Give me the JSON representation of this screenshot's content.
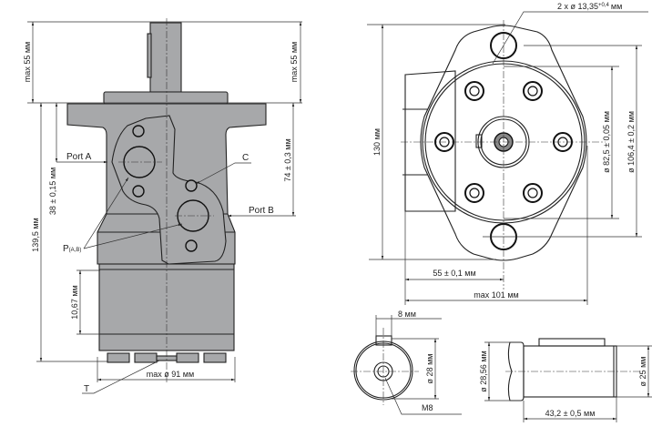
{
  "side_view": {
    "max55_left": "max 55 мм",
    "max55_right": "max 55 мм",
    "h139": "139,5 мм",
    "d38": "38 ± 0,15 мм",
    "d74": "74 ± 0,3 мм",
    "d1067": "10,67 мм",
    "d91": "max ø 91 мм",
    "port_a": "Port A",
    "port_b": "Port B",
    "c": "C",
    "p": "P",
    "p_sub": "(A,B)",
    "t": "T"
  },
  "front_view": {
    "holes": "2 x ø 13,35",
    "holes_tol": "+0,4",
    "holes_unit": "мм",
    "h130": "130 мм",
    "d825": "ø 82,5 ± 0,05 мм",
    "d1064": "ø 106,4 ± 0,2 мм",
    "d55": "55 ± 0,1 мм",
    "d101": "max 101 мм"
  },
  "shaft_end": {
    "d8": "8 мм",
    "d28": "ø 28 мм",
    "m8": "M8"
  },
  "shaft_side": {
    "d2856": "ø 28,56 мм",
    "d25": "ø 25 мм",
    "d432": "43,2 ± 0,5 мм"
  }
}
